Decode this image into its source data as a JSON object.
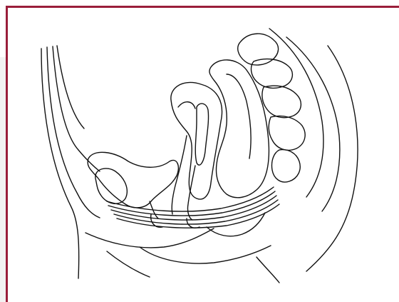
{
  "figure": {
    "subject": "pelvic-floor-sagittal-illustration",
    "colors": {
      "frame_border": "#9a1e3a",
      "line": "#111111",
      "background": "#ffffff",
      "side_band": "#f2f2f2"
    },
    "parts": [
      {
        "id": "abdominal-wall",
        "label": ""
      },
      {
        "id": "bladder",
        "label": ""
      },
      {
        "id": "uterus",
        "label": ""
      },
      {
        "id": "vagina",
        "label": ""
      },
      {
        "id": "rectum",
        "label": ""
      },
      {
        "id": "sacrum",
        "label": ""
      },
      {
        "id": "pubic-bone",
        "label": ""
      },
      {
        "id": "pelvic-floor-muscles",
        "label": ""
      }
    ]
  }
}
